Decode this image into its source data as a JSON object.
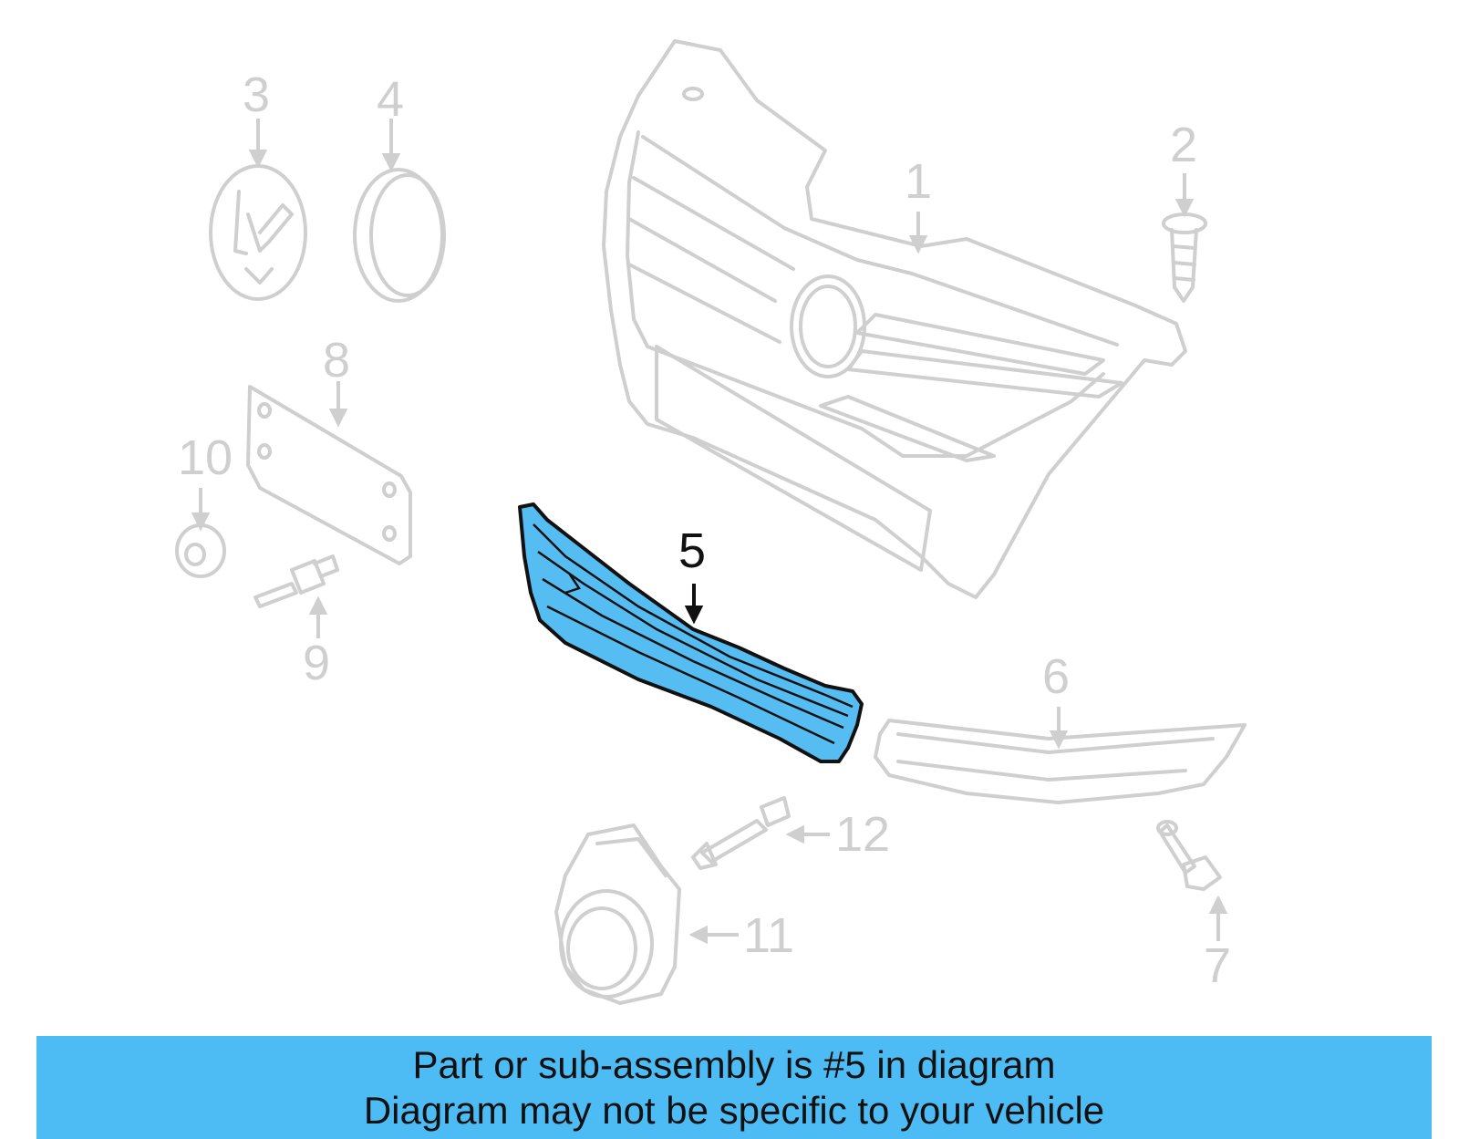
{
  "callouts": {
    "c1": "1",
    "c2": "2",
    "c3": "3",
    "c4": "4",
    "c5": "5",
    "c6": "6",
    "c7": "7",
    "c8": "8",
    "c9": "9",
    "c10": "10",
    "c11": "11",
    "c12": "12"
  },
  "highlighted_part": "5",
  "colors": {
    "highlight": "#56bdf3",
    "banner": "#4dbcf4",
    "ghost": "#cfcfcf"
  },
  "banner": {
    "line1": "Part or sub-assembly is #5 in diagram",
    "line2": "Diagram may not be specific to your vehicle"
  }
}
